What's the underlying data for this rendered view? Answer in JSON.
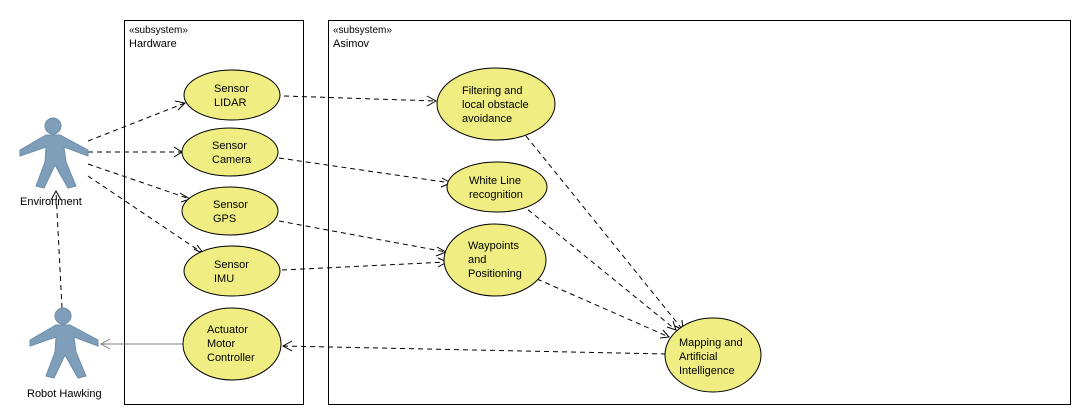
{
  "subsystems": [
    {
      "id": "hardware",
      "stereotype": "«subsystem»",
      "name": "Hardware"
    },
    {
      "id": "asimov",
      "stereotype": "«subsystem»",
      "name": "Asimov"
    }
  ],
  "actors": [
    {
      "id": "environment",
      "name": "Environment"
    },
    {
      "id": "robot",
      "name": "Robot Hawking"
    }
  ],
  "use_cases": [
    {
      "id": "lidar",
      "lines": [
        "Sensor",
        "LIDAR"
      ]
    },
    {
      "id": "camera",
      "lines": [
        "Sensor",
        "Camera"
      ]
    },
    {
      "id": "gps",
      "lines": [
        "Sensor",
        "GPS"
      ]
    },
    {
      "id": "imu",
      "lines": [
        "Sensor",
        "IMU"
      ]
    },
    {
      "id": "actuator",
      "lines": [
        "Actuator",
        "Motor",
        "Controller"
      ]
    },
    {
      "id": "filtering",
      "lines": [
        "Filtering and",
        "local obstacle",
        "avoidance"
      ]
    },
    {
      "id": "whiteline",
      "lines": [
        "White Line",
        "recognition"
      ]
    },
    {
      "id": "waypoints",
      "lines": [
        "Waypoints",
        "and",
        "Positioning"
      ]
    },
    {
      "id": "mapping",
      "lines": [
        "Mapping and",
        "Artificial",
        "Intelligence"
      ]
    }
  ],
  "colors": {
    "use_case_fill": "#f0ed83",
    "actor_fill": "#7f9eba",
    "line": "#000000"
  }
}
